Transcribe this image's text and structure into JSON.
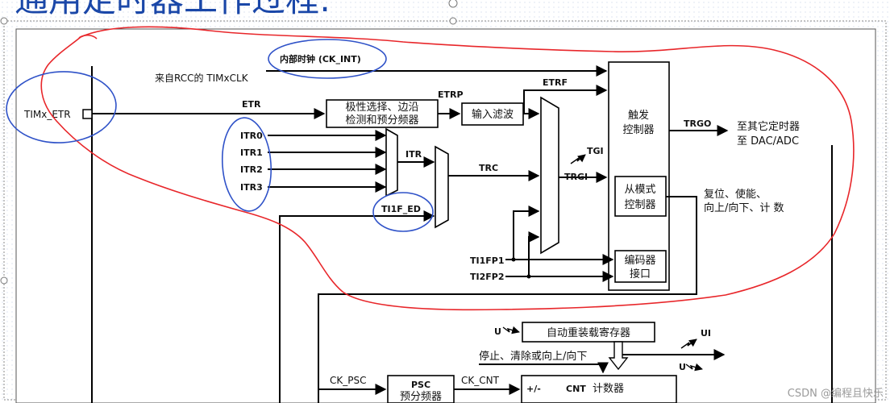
{
  "header": {
    "title_partial": "通用定时器工作过程:"
  },
  "watermark": "CSDN @编程且快乐",
  "diagram": {
    "timx_etr": "TIMx_ETR",
    "ck_int": "内部时钟 (CK_INT)",
    "rcc_clk": "来自RCC的 TIMxCLK",
    "etr": "ETR",
    "polarity_line1": "极性选择、边沿",
    "polarity_line2": "检测和预分频器",
    "etrp": "ETRP",
    "input_filter": "输入滤波",
    "etrf": "ETRF",
    "itr0": "ITR0",
    "itr1": "ITR1",
    "itr2": "ITR2",
    "itr3": "ITR3",
    "itr": "ITR",
    "ti1f_ed": "TI1F_ED",
    "trc": "TRC",
    "tgi": "TGI",
    "trgi": "TRGI",
    "trigger_ctrl_line1": "触发",
    "trigger_ctrl_line2": "控制器",
    "trgo": "TRGO",
    "to_other_timers": "至其它定时器",
    "to_dac_adc": "至 DAC/ADC",
    "slave_ctrl_line1": "从模式",
    "slave_ctrl_line2": "控制器",
    "slave_out_line1": "复位、使能、",
    "slave_out_line2": "向上/向下、计 数",
    "encoder_line1": "编码器",
    "encoder_line2": "接口",
    "ti1fp1": "TI1FP1",
    "ti2fp2": "TI2FP2",
    "u_in": "U",
    "auto_reload": "自动重装载寄存器",
    "ui": "UI",
    "stop_clear": "停止、清除或向上/向下",
    "u_out": "U",
    "ck_psc": "CK_PSC",
    "psc": "PSC",
    "prescaler": "预分频器",
    "ck_cnt": "CK_CNT",
    "plus_minus": "+/-",
    "cnt": "CNT",
    "counter": "计数器"
  },
  "colors": {
    "annotation_red": "#e8262a",
    "annotation_blue": "#2f52c8"
  }
}
